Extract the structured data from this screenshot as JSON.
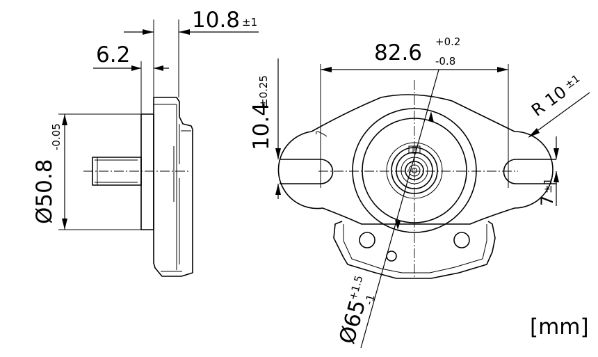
{
  "unit_label": "[mm]",
  "dims": {
    "flange_length": {
      "value": "10.8",
      "tol": "±1"
    },
    "pilot_length": {
      "value": "6.2"
    },
    "pilot_diameter": {
      "value": "Ø50.8",
      "tol": "-0.05"
    },
    "mount_spacing": {
      "value": "82.6",
      "tol_upper": "+0.2",
      "tol_lower": "-0.8"
    },
    "slot_width": {
      "value": "10.4",
      "tol": "±0.25"
    },
    "ear_radius": {
      "value": "R 10",
      "tol": "±1"
    },
    "slot_depth": {
      "value": "7",
      "tol": "±1"
    },
    "body_diameter": {
      "value": "Ø65",
      "tol_upper": "+1.5",
      "tol_lower": "-1"
    }
  }
}
